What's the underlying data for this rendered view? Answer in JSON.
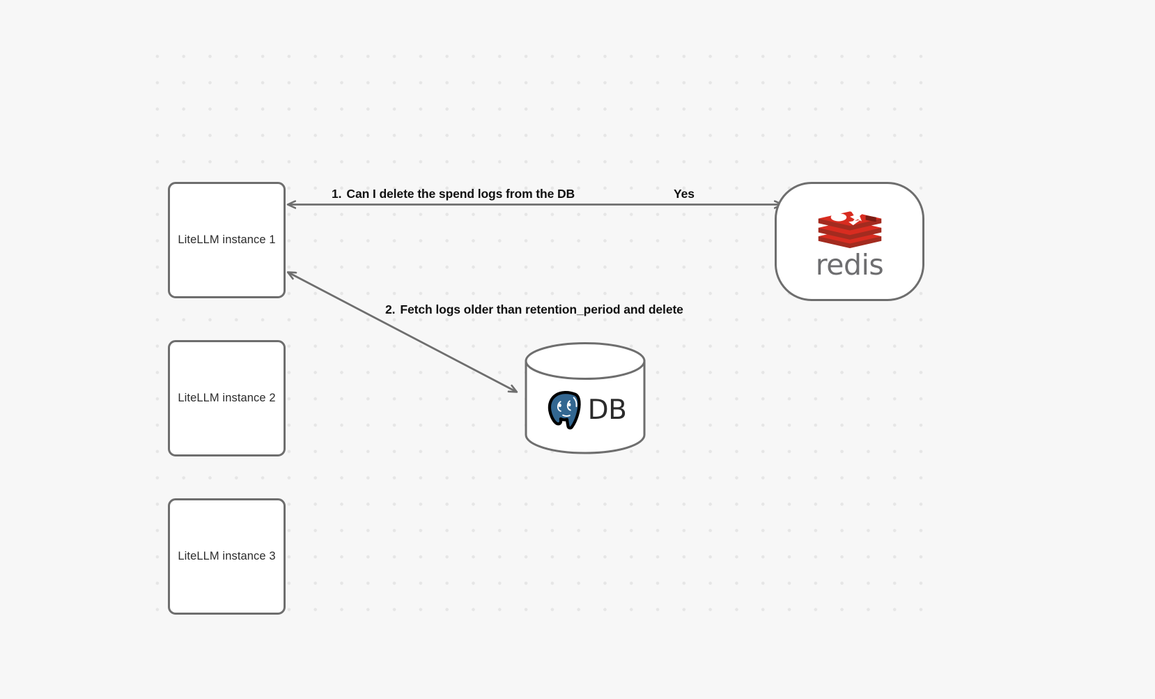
{
  "canvas": {
    "background_color": "#f7f7f7",
    "dot_grid_color": "#e6e6e6",
    "stroke_color": "#6e6e6e"
  },
  "nodes": {
    "instances": [
      {
        "id": "instance-1",
        "label": "LiteLLM instance 1"
      },
      {
        "id": "instance-2",
        "label": "LiteLLM instance 2"
      },
      {
        "id": "instance-3",
        "label": "LiteLLM instance 3"
      }
    ],
    "redis": {
      "label": "redis",
      "logo_icon": "redis-stack-icon",
      "brand_color": "#d82c20",
      "wordmark_color": "#6e6e70"
    },
    "database": {
      "label": "DB",
      "logo_icon": "postgresql-elephant-icon",
      "brand_color": "#336791",
      "shape": "cylinder"
    }
  },
  "edges": [
    {
      "id": "edge-instance1-redis",
      "step": "1.",
      "label": "Can I delete the spend logs from the DB",
      "reply_label": "Yes",
      "direction": "bidirectional",
      "from": "instance-1",
      "to": "redis"
    },
    {
      "id": "edge-instance1-db",
      "step": "2.",
      "label": "Fetch logs older than retention_period and delete",
      "direction": "bidirectional",
      "from": "instance-1",
      "to": "database"
    }
  ]
}
